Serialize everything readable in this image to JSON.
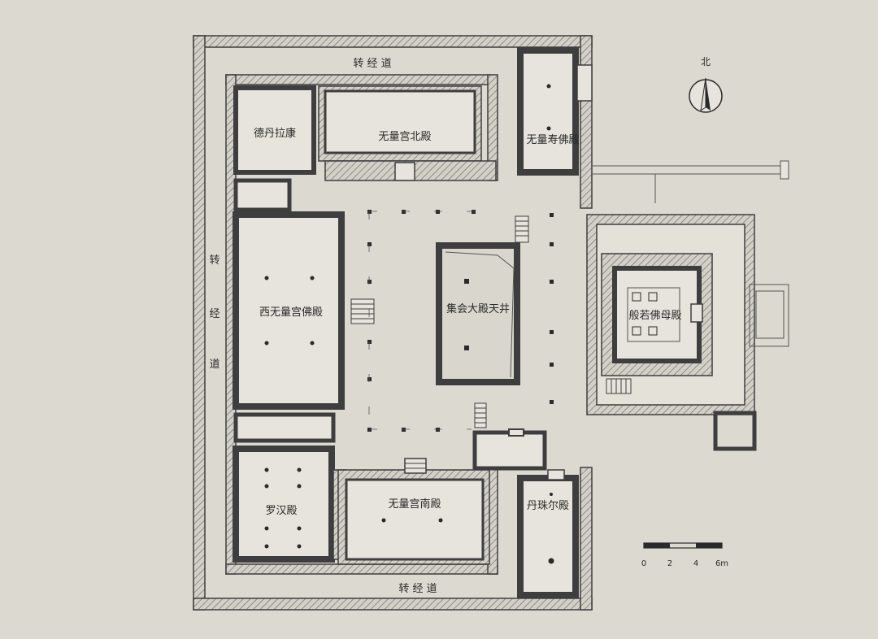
{
  "colors": {
    "paper": "#e3e1d8",
    "wall": "#4a4a4a",
    "hatch": "#8a8a88",
    "ink": "#2a2a2a",
    "floor": "#e6e4dc"
  },
  "labels": {
    "circuit_north": "转 经 道",
    "circuit_west_1": "转",
    "circuit_west_2": "经",
    "circuit_west_3": "道",
    "circuit_south": "转 经 道",
    "dedan": "德丹拉康",
    "north_hall": "无量宫北殿",
    "amitayus": "无量寿佛殿",
    "west_hall": "西无量宫佛殿",
    "courtyard": "集会大殿天井",
    "prajna": "般若佛母殿",
    "luohan": "罗汉殿",
    "south_hall": "无量宫南殿",
    "danzhuer": "丹珠尔殿"
  },
  "compass": {
    "label": "北"
  },
  "scale_bar": {
    "ticks": [
      "0",
      "2",
      "4",
      "6m"
    ]
  }
}
